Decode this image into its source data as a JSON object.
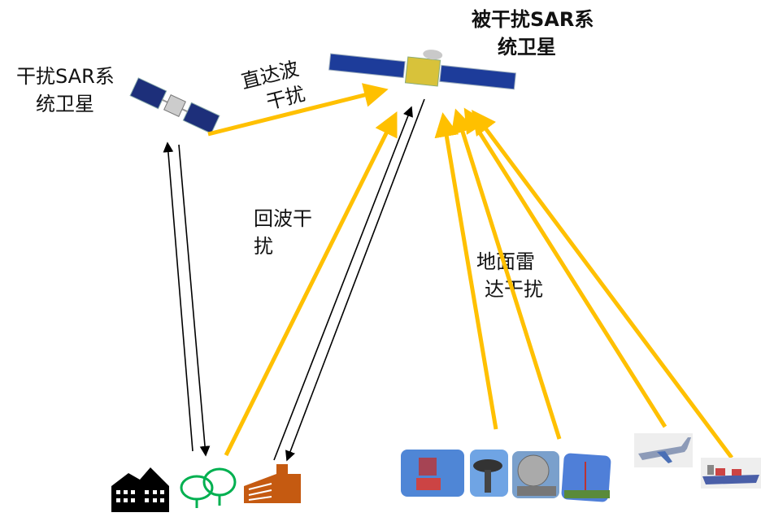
{
  "labels": {
    "jammer_sat": [
      "干扰SAR系",
      "统卫星"
    ],
    "victim_sat": [
      "被干扰SAR系",
      "统卫星"
    ],
    "direct_wave": [
      "直达波",
      "干扰"
    ],
    "echo": [
      "回波干",
      "扰"
    ],
    "ground_radar": [
      "地面雷",
      "达干扰"
    ]
  },
  "colors": {
    "interference": "#FFC000",
    "signal": "#000000",
    "building": "#C55A11",
    "tree": "#00B050"
  }
}
